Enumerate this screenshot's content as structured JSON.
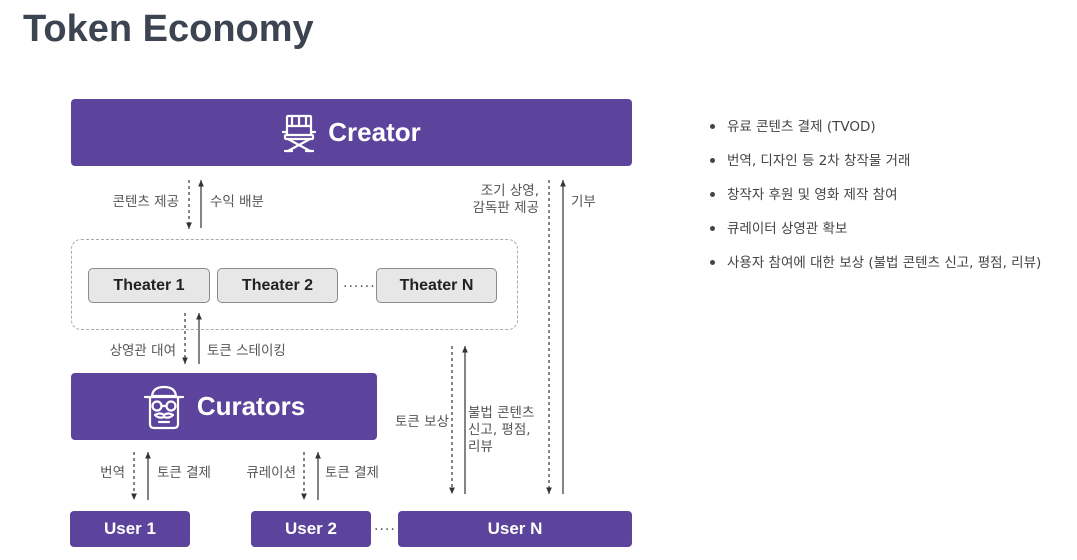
{
  "title": "Token Economy",
  "creator": {
    "label": "Creator",
    "icon": "director-chair-icon"
  },
  "curators": {
    "label": "Curators",
    "icon": "detective-icon"
  },
  "theaters": [
    "Theater 1",
    "Theater 2",
    "Theater N"
  ],
  "users": [
    "User 1",
    "User 2",
    "User N"
  ],
  "ellipsis": "······",
  "ellipsis_short": "····",
  "flows": {
    "content_provide": "콘텐츠 제공",
    "revenue_share": "수익 배분",
    "early_screening": "조기 상영,",
    "director_cut": "감독판 제공",
    "donation": "기부",
    "theater_rental": "상영관 대여",
    "token_staking": "토큰 스테이킹",
    "token_reward": "토큰 보상",
    "report_line1": "불법 콘텐츠",
    "report_line2": "신고, 평점,",
    "report_line3": "리뷰",
    "translation": "번역",
    "token_payment_1": "토큰 결제",
    "curation": "큐레이션",
    "token_payment_2": "토큰 결제"
  },
  "bullets": [
    "유료 콘텐츠 결제 (TVOD)",
    "번역, 디자인 등 2차 창작물 거래",
    "창작자 후원 및 영화 제작 참여",
    "큐레이터 상영관 확보",
    "사용자 참여에 대한 보상 (불법 콘텐츠 신고, 평점, 리뷰)"
  ],
  "colors": {
    "primary": "#5c439b",
    "title": "#3d4451",
    "theater_bg": "#e7e7e7"
  }
}
